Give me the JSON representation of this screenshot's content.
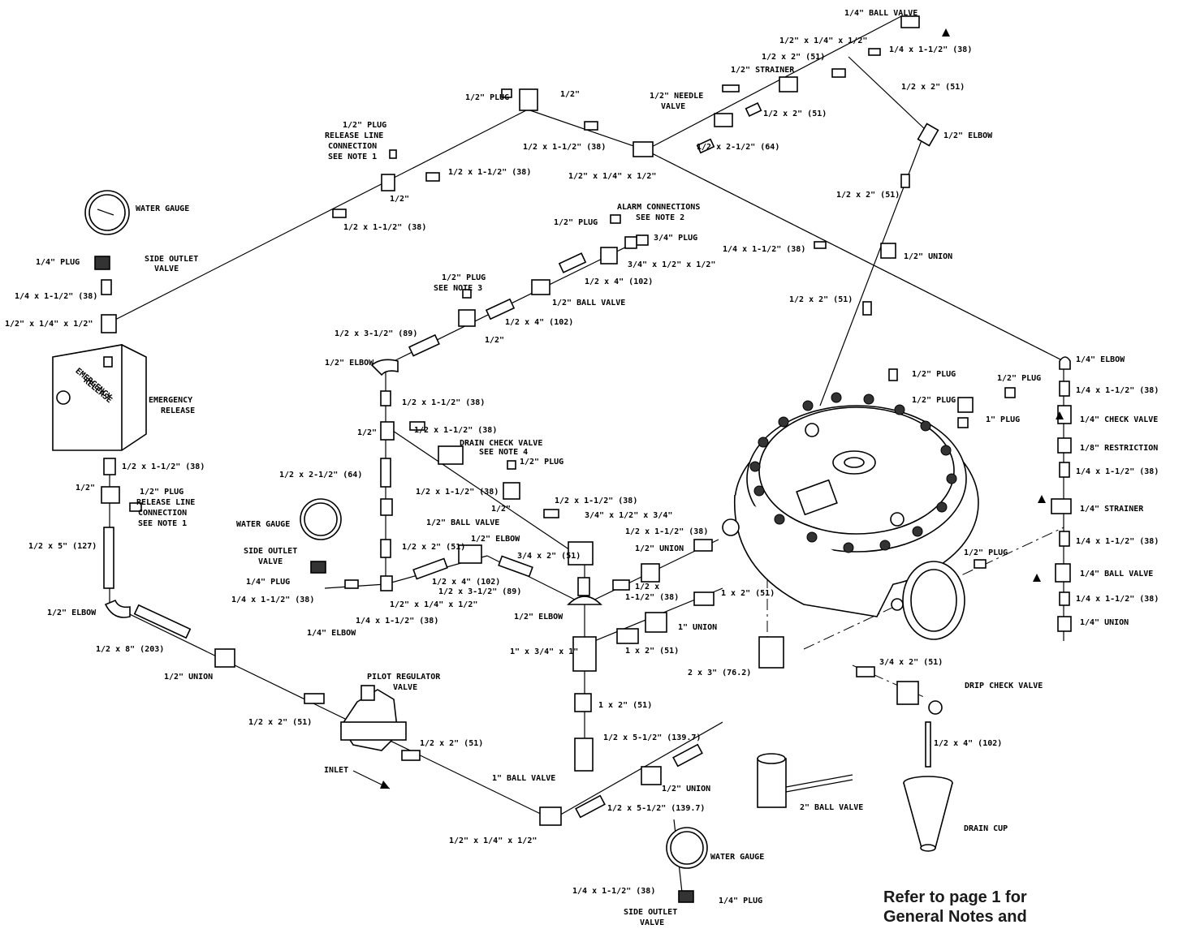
{
  "labels": {
    "ball_valve_quarter_top": "1/4\" BALL VALVE",
    "tee_top": "1/2\" x 1/4\" x 1/2\"",
    "nipple_top_a": "1/2 x 2\" (51)",
    "nipple_top_b": "1/4 x 1-1/2\" (38)",
    "strainer_top": "1/2\" STRAINER",
    "nipple_top_c": "1/2 x 2\" (51)",
    "needle_valve": "1/2\" NEEDLE",
    "needle_valve_2": "VALVE",
    "nipple_top_d": "1/2 x 2\" (51)",
    "plug_half_top": "1/2\" PLUG",
    "tee_half_top": "1/2\"",
    "elbow_half_top_right": "1/2\" ELBOW",
    "nipple_top_e": "1/2 x 1-1/2\" (38)",
    "nipple_top_f": "1/2 x 2-1/2\" (64)",
    "tee_top_2": "1/2\" x 1/4\" x 1/2\"",
    "release_plug_1": "1/2\" PLUG",
    "release_plug_2": "RELEASE LINE",
    "release_plug_3": "CONNECTION",
    "release_plug_4": "SEE NOTE 1",
    "nipple_top_g": "1/2 x 1-1/2\" (38)",
    "tee_half_mid": "1/2\"",
    "nipple_top_h": "1/2 x 2\" (51)",
    "water_gauge_top": "WATER GAUGE",
    "nipple_top_i": "1/2 x 1-1/2\" (38)",
    "alarm_1": "ALARM CONNECTIONS",
    "alarm_2": "SEE NOTE 2",
    "plug_half_alarm": "1/2\" PLUG",
    "plug_three_quarter": "3/4\" PLUG",
    "nipple_quarter_mid": "1/4 x 1-1/2\" (38)",
    "union_half_right": "1/2\" UNION",
    "plug_quarter_left": "1/4\" PLUG",
    "side_outlet_1": "SIDE OUTLET",
    "side_outlet_2": "VALVE",
    "tee_alarm": "3/4\" x 1/2\" x 1/2\"",
    "nipple_alarm": "1/2 x 4\" (102)",
    "nipple_quarter_left": "1/4 x 1-1/2\" (38)",
    "plug_note3_1": "1/2\" PLUG",
    "plug_note3_2": "SEE NOTE 3",
    "ball_valve_half_top": "1/2\" BALL VALVE",
    "nipple_right_mid": "1/2 x 2\" (51)",
    "tee_left_gauge": "1/2\" x 1/4\" x 1/2\"",
    "nipple_three_half": "1/2 x 3-1/2\" (89)",
    "nipple_four_mid": "1/2 x 4\" (102)",
    "tee_half_note3": "1/2\"",
    "elbow_half_mid": "1/2\" ELBOW",
    "elbow_quarter_right": "1/4\" ELBOW",
    "emergency_1": "EMERGENCY",
    "emergency_2": "RELEASE",
    "emergency_box_1": "EMERGENCY",
    "emergency_box_2": "RELEASE",
    "plug_half_cover_1": "1/2\" PLUG",
    "plug_half_cover_2": "1/2\" PLUG",
    "plug_half_cover_3": "1/2\" PLUG",
    "nipple_quarter_r1": "1/4 x 1-1/2\" (38)",
    "nipple_mid_a": "1/2 x 1-1/2\" (38)",
    "plug_one_inch": "1\" PLUG",
    "check_valve_quarter": "1/4\" CHECK VALVE",
    "tee_half_left": "1/2\"",
    "nipple_mid_b": "1/2 x 1-1/2\" (38)",
    "drain_check_1": "DRAIN CHECK VALVE",
    "drain_check_2": "SEE NOTE 4",
    "plug_drain": "1/2\" PLUG",
    "restriction": "1/8\" RESTRICTION",
    "nipple_emergency": "1/2 x 1-1/2\" (38)",
    "nipple_quarter_r2": "1/4 x 1-1/2\" (38)",
    "nipple_left_64": "1/2 x 2-1/2\" (64)",
    "nipple_mid_c": "1/2 x 1-1/2\" (38)",
    "tee_half_drain": "1/2\"",
    "nipple_mid_d": "1/2 x 1-1/2\" (38)",
    "tee_half_left_low": "1/2\"",
    "release_plug_b1": "1/2\" PLUG",
    "release_plug_b2": "RELEASE LINE",
    "release_plug_b3": "CONNECTION",
    "release_plug_b4": "SEE NOTE 1",
    "strainer_quarter": "1/4\" STRAINER",
    "water_gauge_mid": "WATER GAUGE",
    "ball_valve_half_mid": "1/2\" BALL VALVE",
    "tee_three_quarter": "3/4\" x 1/2\" x 3/4\"",
    "nipple_mid_e": "1/2 x 1-1/2\" (38)",
    "nipple_127": "1/2 x 5\" (127)",
    "side_outlet_b1": "SIDE OUTLET",
    "side_outlet_b2": "VALVE",
    "elbow_half_low": "1/2\" ELBOW",
    "union_half_mid": "1/2\" UNION",
    "plug_half_right_low": "1/2\" PLUG",
    "nipple_quarter_r3": "1/4 x 1-1/2\" (38)",
    "nipple_mid_f": "1/2 x 2\" (51)",
    "nipple_three_quarter_2": "3/4 x 2\" (51)",
    "plug_quarter_mid": "1/4\" PLUG",
    "nipple_four_low": "1/2 x 4\" (102)",
    "nipple_half_x": "1/2 x",
    "ball_valve_quarter_right": "1/4\" BALL VALVE",
    "nipple_half_x2": "1-1/2\" (38)",
    "nipple_one_two": "1 x 2\" (51)",
    "nipple_quarter_left_low": "1/4 x 1-1/2\" (38)",
    "nipple_three_half_low": "1/2 x 3-1/2\" (89)",
    "tee_low_mid": "1/2\" x 1/4\" x 1/2\"",
    "nipple_quarter_r4": "1/4 x 1-1/2\" (38)",
    "elbow_half_left_low": "1/2\" ELBOW",
    "nipple_mid_g": "1/4 x 1-1/2\" (38)",
    "elbow_half_center": "1/2\" ELBOW",
    "union_one_inch": "1\" UNION",
    "union_quarter_right": "1/4\" UNION",
    "elbow_quarter_left": "1/4\" ELBOW",
    "nipple_203": "1/2 x 8\" (203)",
    "tee_one_inch": "1\" x 3/4\" x 1\"",
    "nipple_one_two_b": "1 x 2\" (51)",
    "nipple_two_three": "2 x 3\" (76.2)",
    "union_half_low": "1/2\" UNION",
    "nipple_three_quarter_3": "3/4 x 2\" (51)",
    "pilot_1": "PILOT REGULATOR",
    "pilot_2": "VALVE",
    "drip_check": "DRIP CHECK VALVE",
    "nipple_one_two_c": "1 x 2\" (51)",
    "nipple_low_a": "1/2 x 2\" (51)",
    "nipple_low_b": "1/2 x 2\" (51)",
    "nipple_low_c": "1/2 x 5-1/2\" (139.7)",
    "nipple_low_d": "1/2 x 4\" (102)",
    "inlet": "INLET",
    "ball_valve_one_inch": "1\" BALL VALVE",
    "union_half_bottom": "1/2\" UNION",
    "ball_valve_two_inch": "2\" BALL VALVE",
    "nipple_low_e": "1/2 x 5-1/2\" (139.7)",
    "drain_cup": "DRAIN CUP",
    "tee_bottom": "1/2\" x 1/4\" x 1/2\"",
    "water_gauge_bottom": "WATER GAUGE",
    "nipple_quarter_bottom": "1/4 x 1-1/2\" (38)",
    "plug_quarter_bottom": "1/4\" PLUG",
    "side_outlet_c1": "SIDE OUTLET",
    "side_outlet_c2": "VALVE"
  },
  "note": {
    "line1": "Refer to page 1 for",
    "line2": "General Notes and"
  }
}
